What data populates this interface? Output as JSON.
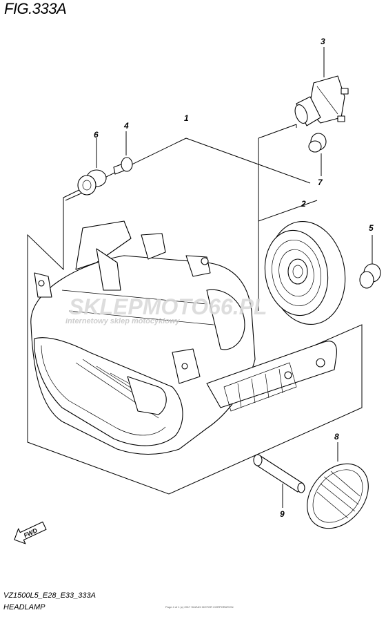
{
  "figure_title": "FIG.333A",
  "watermark": {
    "brand": "SKLEPMOTO66.PL",
    "tagline": "internetowy sklep motocyklowy"
  },
  "callouts": [
    "1",
    "2",
    "3",
    "4",
    "5",
    "6",
    "7",
    "8",
    "9"
  ],
  "fwd_label": "FWD",
  "footer": {
    "model": "VZ1500L5_E28_E33_333A",
    "name": "HEADLAMP",
    "small_print": "Page 4 of 1 (c) 2017 SUZUKI MOTOR CORPORATION"
  },
  "colors": {
    "line": "#000000",
    "watermark": "#d8d8d8",
    "watermark_accent": "#f0c8c8"
  }
}
